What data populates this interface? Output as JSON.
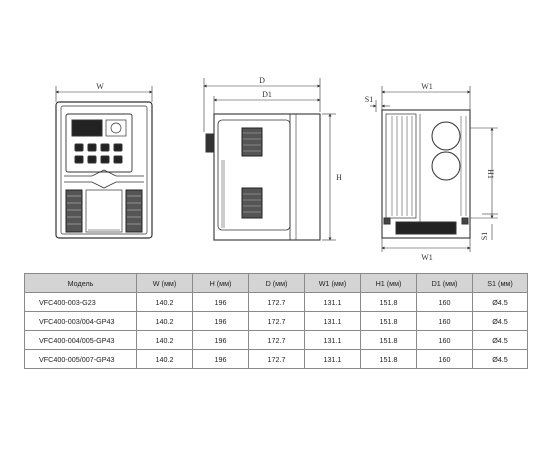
{
  "drawing": {
    "front_view": {
      "width_label": "W"
    },
    "side_view": {
      "depth_label": "D",
      "depth1_label": "D1",
      "height_label": "H"
    },
    "rear_view": {
      "w1_top_label": "W1",
      "w1_bottom_label": "W1",
      "s1_top_label": "S1",
      "s1_side_label": "S1",
      "h1_label": "H1"
    }
  },
  "table": {
    "headers": [
      "Модель",
      "W (мм)",
      "H (мм)",
      "D (мм)",
      "W1 (мм)",
      "H1 (мм)",
      "D1 (мм)",
      "S1 (мм)"
    ],
    "rows": [
      [
        "VFC400-003-G23",
        "140.2",
        "196",
        "172.7",
        "131.1",
        "151.8",
        "160",
        "Ø4.5"
      ],
      [
        "VFC400-003/004-GP43",
        "140.2",
        "196",
        "172.7",
        "131.1",
        "151.8",
        "160",
        "Ø4.5"
      ],
      [
        "VFC400-004/005-GP43",
        "140.2",
        "196",
        "172.7",
        "131.1",
        "151.8",
        "160",
        "Ø4.5"
      ],
      [
        "VFC400-005/007-GP43",
        "140.2",
        "196",
        "172.7",
        "131.1",
        "151.8",
        "160",
        "Ø4.5"
      ]
    ]
  }
}
